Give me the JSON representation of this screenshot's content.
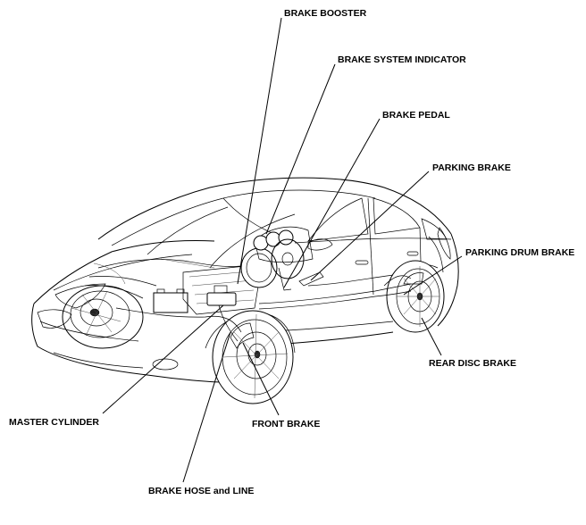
{
  "labels": {
    "brake_booster": "BRAKE BOOSTER",
    "brake_system_indicator": "BRAKE SYSTEM INDICATOR",
    "brake_pedal": "BRAKE PEDAL",
    "parking_brake": "PARKING BRAKE",
    "parking_drum_brake": "PARKING DRUM BRAKE",
    "rear_disc_brake": "REAR DISC BRAKE",
    "front_brake": "FRONT BRAKE",
    "master_cylinder": "MASTER CYLINDER",
    "brake_hose_and_line": "BRAKE HOSE and LINE"
  }
}
